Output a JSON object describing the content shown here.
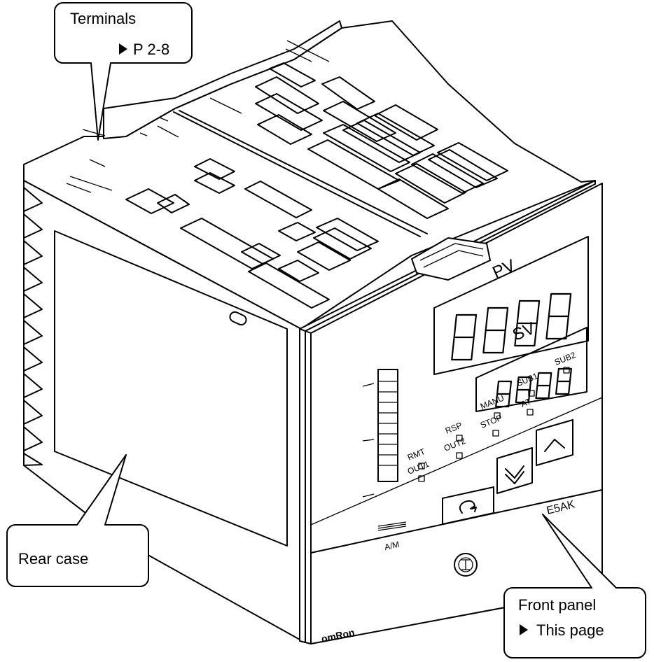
{
  "callouts": {
    "terminals": {
      "label": "Terminals",
      "ref": "P 2-8"
    },
    "rear_case": {
      "label": "Rear case"
    },
    "front_panel": {
      "label": "Front panel",
      "ref": "This page"
    }
  },
  "display": {
    "pv_label": "PV",
    "sv_label": "SV",
    "pv_digits": "8.8.8.8",
    "sv_digits": "8.8.8.8"
  },
  "indicators": {
    "sub1": "SUB1",
    "sub2": "SUB2",
    "manu": "MANU",
    "at": "AT",
    "rsp": "RSP",
    "stop": "STOP",
    "rmt": "RMT",
    "out1": "OUT1",
    "out2": "OUT2"
  },
  "panel": {
    "model": "E5AK",
    "brand": "omRon",
    "am_key": "A/M"
  },
  "icons": {
    "arrow_marker": "black-right-triangle",
    "up_key": "chevron-up-icon",
    "down_key": "chevron-down-icon",
    "mode_key": "cycle-arrow-icon"
  }
}
